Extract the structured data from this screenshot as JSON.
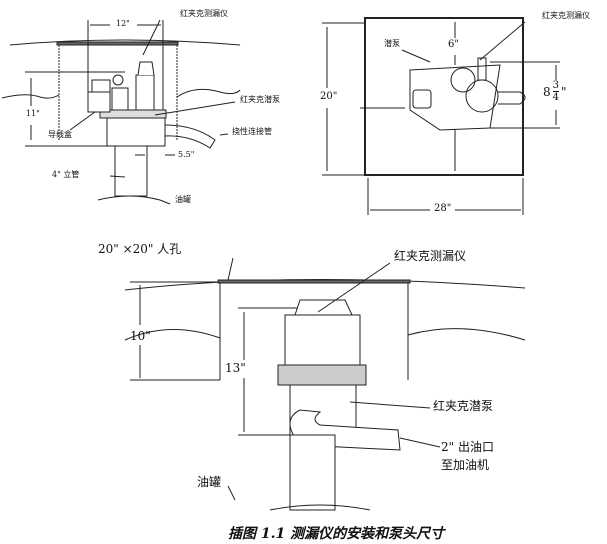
{
  "side_view": {
    "leak_detector_label": "红夹克测漏仪",
    "width_dim": "12\"",
    "height_dim": "11\"",
    "junction_box_label": "导线盒",
    "pump_label": "红夹克潜泵",
    "flex_connector_label": "挠性连接管",
    "offset_dim": "5.5\"",
    "riser_label": "4\" 立管",
    "tank_label": "油罐"
  },
  "top_view": {
    "leak_detector_label": "红夹克测漏仪",
    "pump_label": "潜泵",
    "height_dim": "20\"",
    "width_dim": "28\"",
    "clearance_dim": "6\"",
    "detector_dim_whole": "8",
    "detector_dim_num": "3",
    "detector_dim_den": "4",
    "detector_dim_unit": "\""
  },
  "installation_view": {
    "manhole_label": "20\" ×20\" 人孔",
    "leak_detector_label": "红夹克测漏仪",
    "depth_dim": "10\"",
    "pump_height_dim": "13\"",
    "pump_label": "红夹克潜泵",
    "outlet_label_line1": "2\" 出油口",
    "outlet_label_line2": "至加油机",
    "tank_label": "油罐"
  },
  "caption": "插图 1.1  测漏仪的安装和泵头尺寸"
}
